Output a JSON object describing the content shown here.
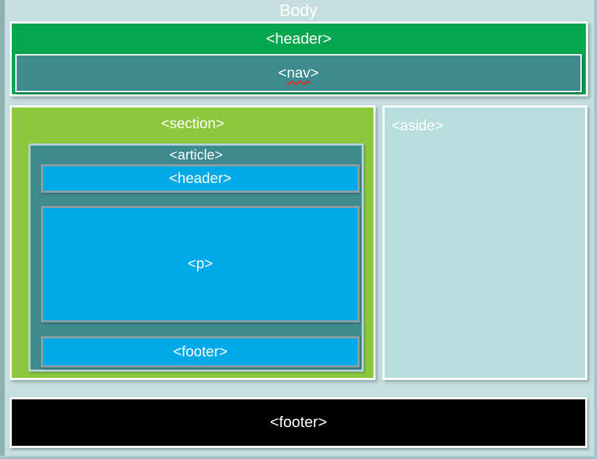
{
  "slide_title": "Body",
  "colors": {
    "background": "#c5dfe0",
    "edge_shade": "#8fb1b1",
    "header_green": "#06a64f",
    "nav_teal": "#3e8b8f",
    "section_green": "#8cc83e",
    "article_teal": "#3e8b8f",
    "content_blue": "#00a9e8",
    "aside_fill": "#b9dcdd",
    "box_border_grey": "#8f9e9e",
    "article_border": "#b3d1d7",
    "footer_black": "#000000",
    "label_white": "#ffffff",
    "spellcheck_red": "#e8281e"
  },
  "boxes": {
    "header": {
      "label": "<header>"
    },
    "nav": {
      "open": "<",
      "word": "nav",
      "close": ">",
      "spellcheck_underline": true
    },
    "section": {
      "label": "<section>"
    },
    "article": {
      "label": "<article>",
      "children": [
        {
          "id": "article-header",
          "label": "<header>"
        },
        {
          "id": "paragraph",
          "label": "<p>"
        },
        {
          "id": "article-footer",
          "label": "<footer>"
        }
      ]
    },
    "aside": {
      "label": "<aside>"
    },
    "page_footer": {
      "label": "<footer>"
    }
  }
}
